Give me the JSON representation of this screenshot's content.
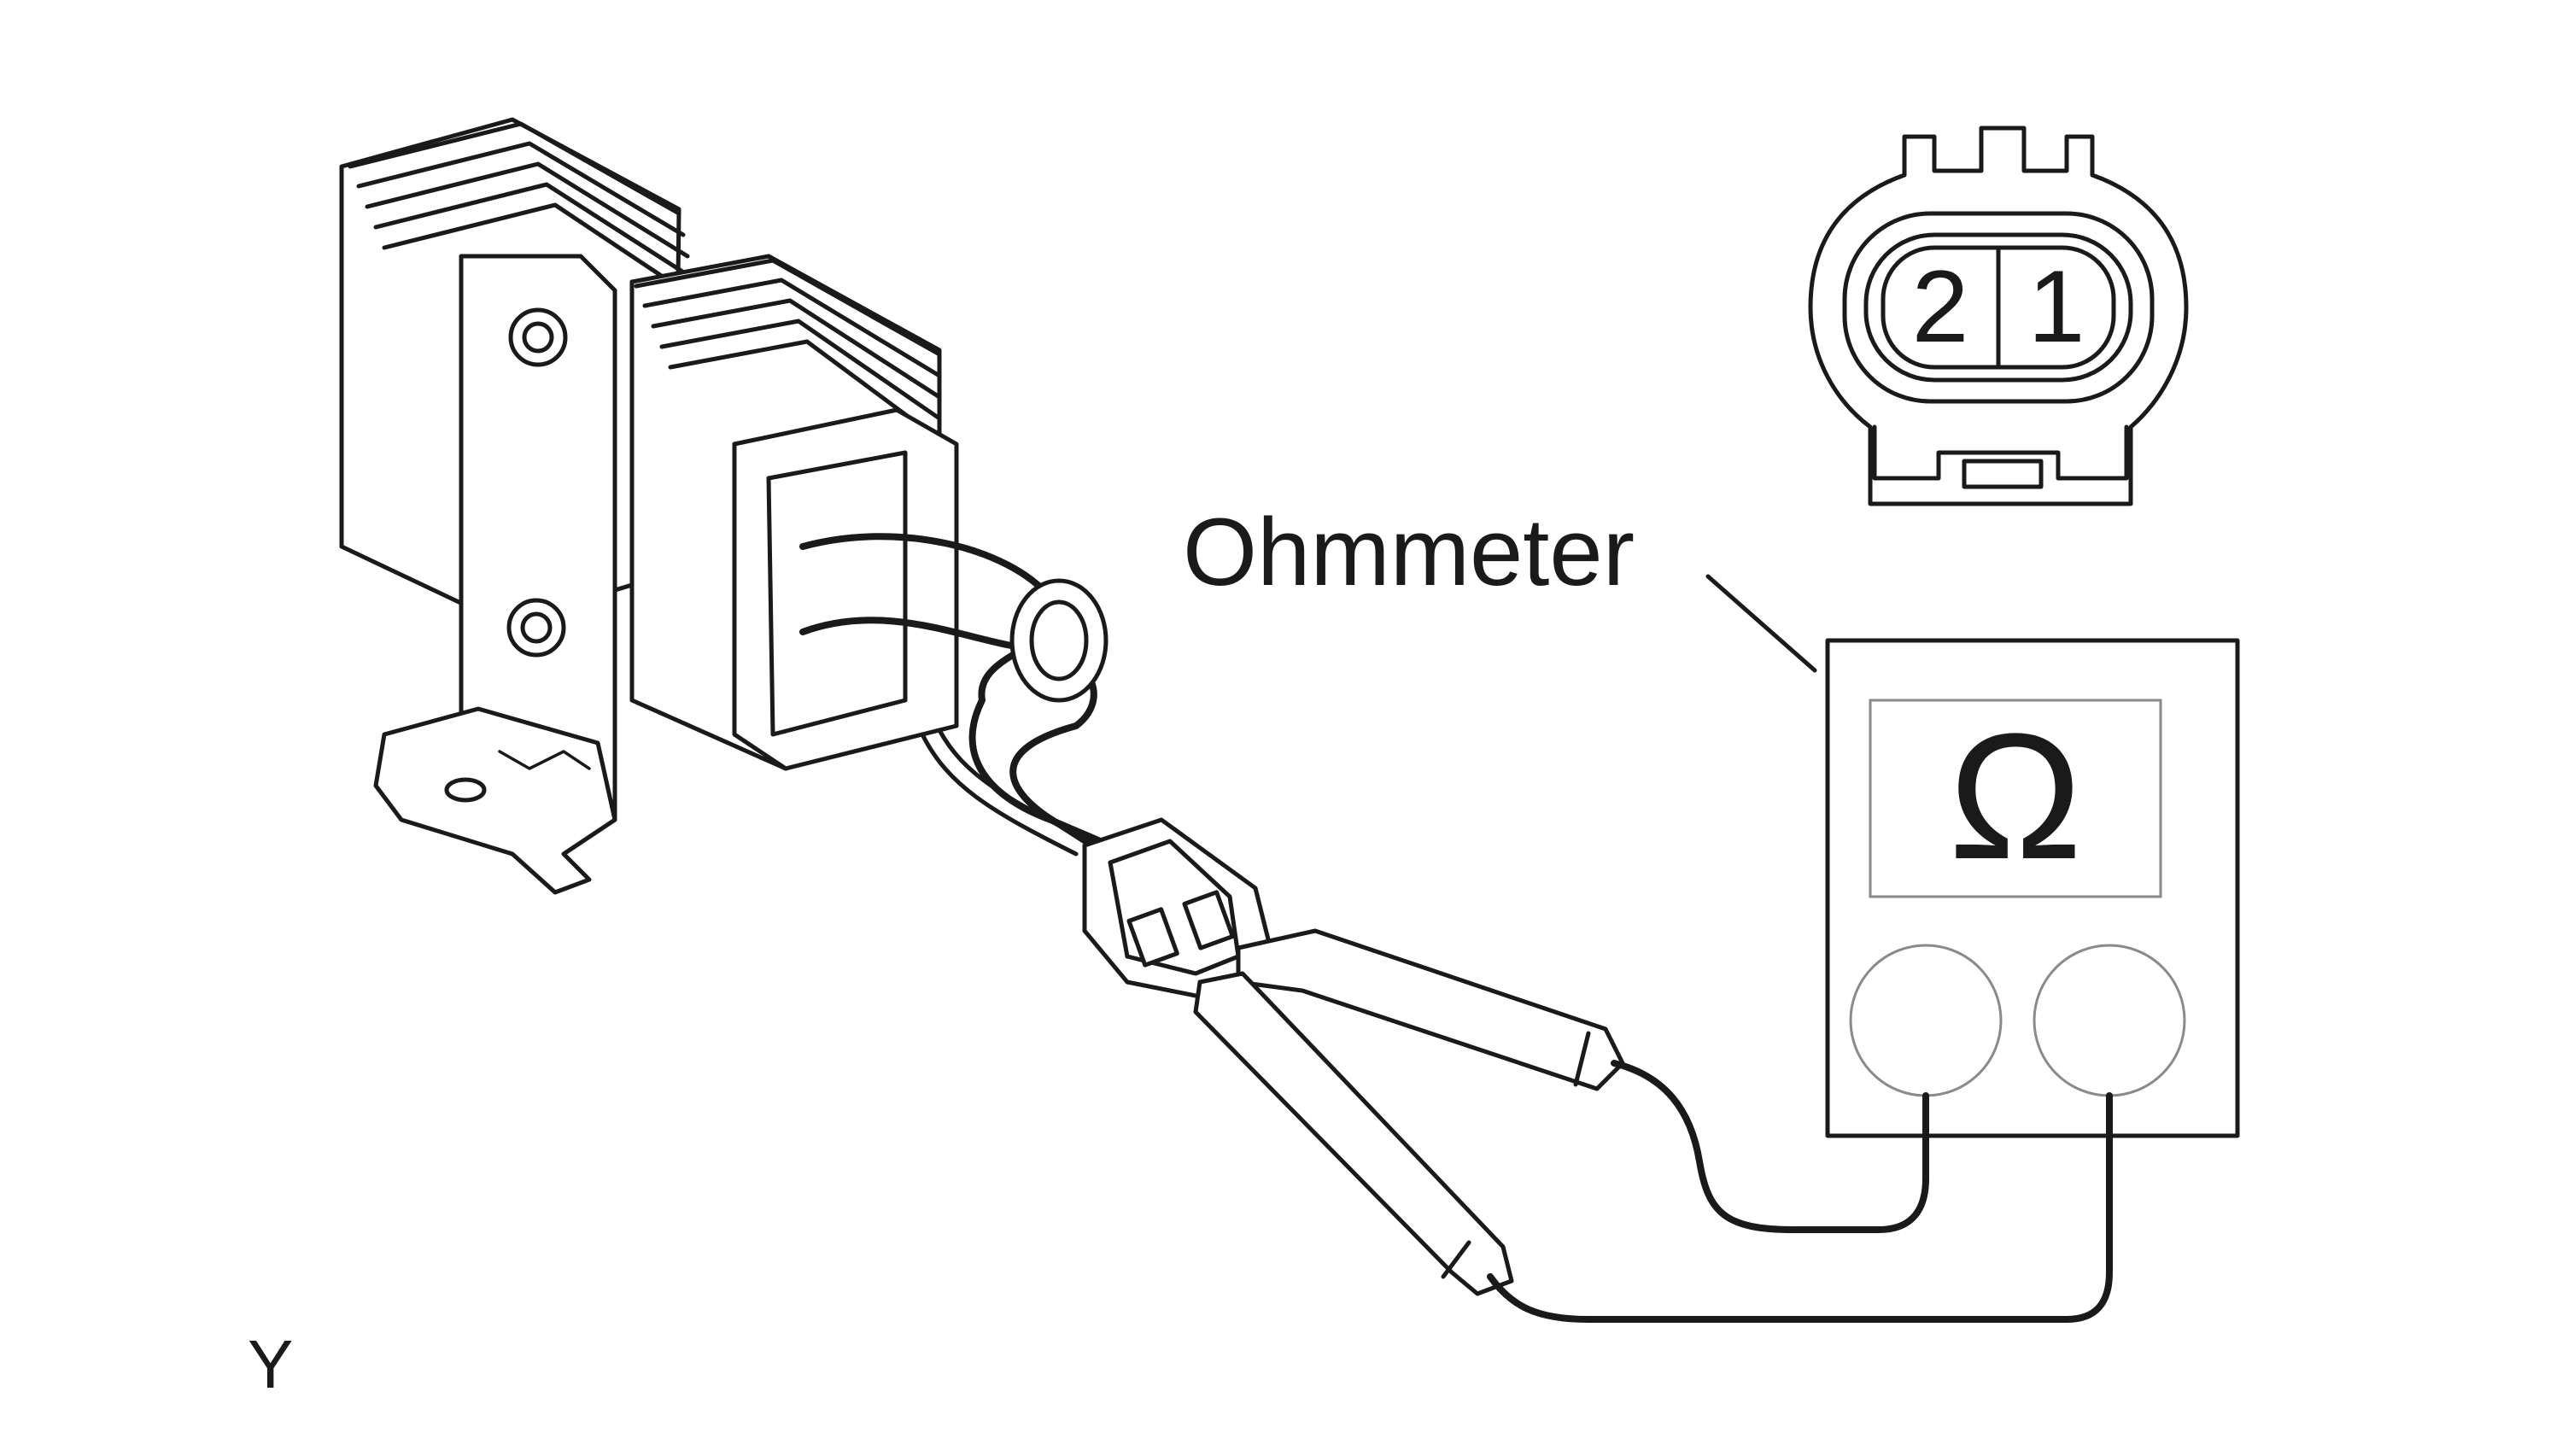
{
  "labels": {
    "ohmmeter": "Ohmmeter",
    "omega": "Ω",
    "pin_2": "2",
    "pin_1": "1",
    "figure_code": "Y"
  },
  "icons": {
    "meter_symbol": "omega-icon",
    "module": "blower-resistor-module-icon",
    "connector": "two-pin-connector-icon"
  },
  "colors": {
    "ink": "#1a1a1a",
    "background": "#ffffff",
    "display_frame": "#8a8a8a"
  }
}
